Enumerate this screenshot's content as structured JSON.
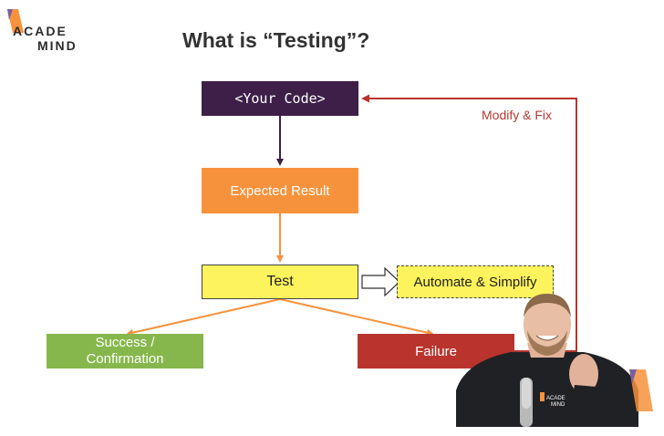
{
  "logo": {
    "line1": "ACADE",
    "line2": "MIND"
  },
  "title": "What is “Testing”?",
  "diagram": {
    "your_code": "<Your Code>",
    "expected_result": "Expected Result",
    "test": "Test",
    "automate": "Automate & Simplify",
    "success_line1": "Success /",
    "success_line2": "Confirmation",
    "failure": "Failure",
    "modify": "Modify & Fix"
  },
  "presenter": {
    "shirt_logo_line1": "ACADE",
    "shirt_logo_line2": "MIND"
  },
  "colors": {
    "code_box": "#3d1f48",
    "expected_box": "#f7923c",
    "test_box": "#fdf35c",
    "success_box": "#86b74c",
    "failure_box": "#b8342d",
    "brand_orange": "#f7923c",
    "brand_purple": "#7c5fa0"
  },
  "icons": [
    "academind-logo-icon",
    "presenter-webcam",
    "brand-corner-icon"
  ]
}
